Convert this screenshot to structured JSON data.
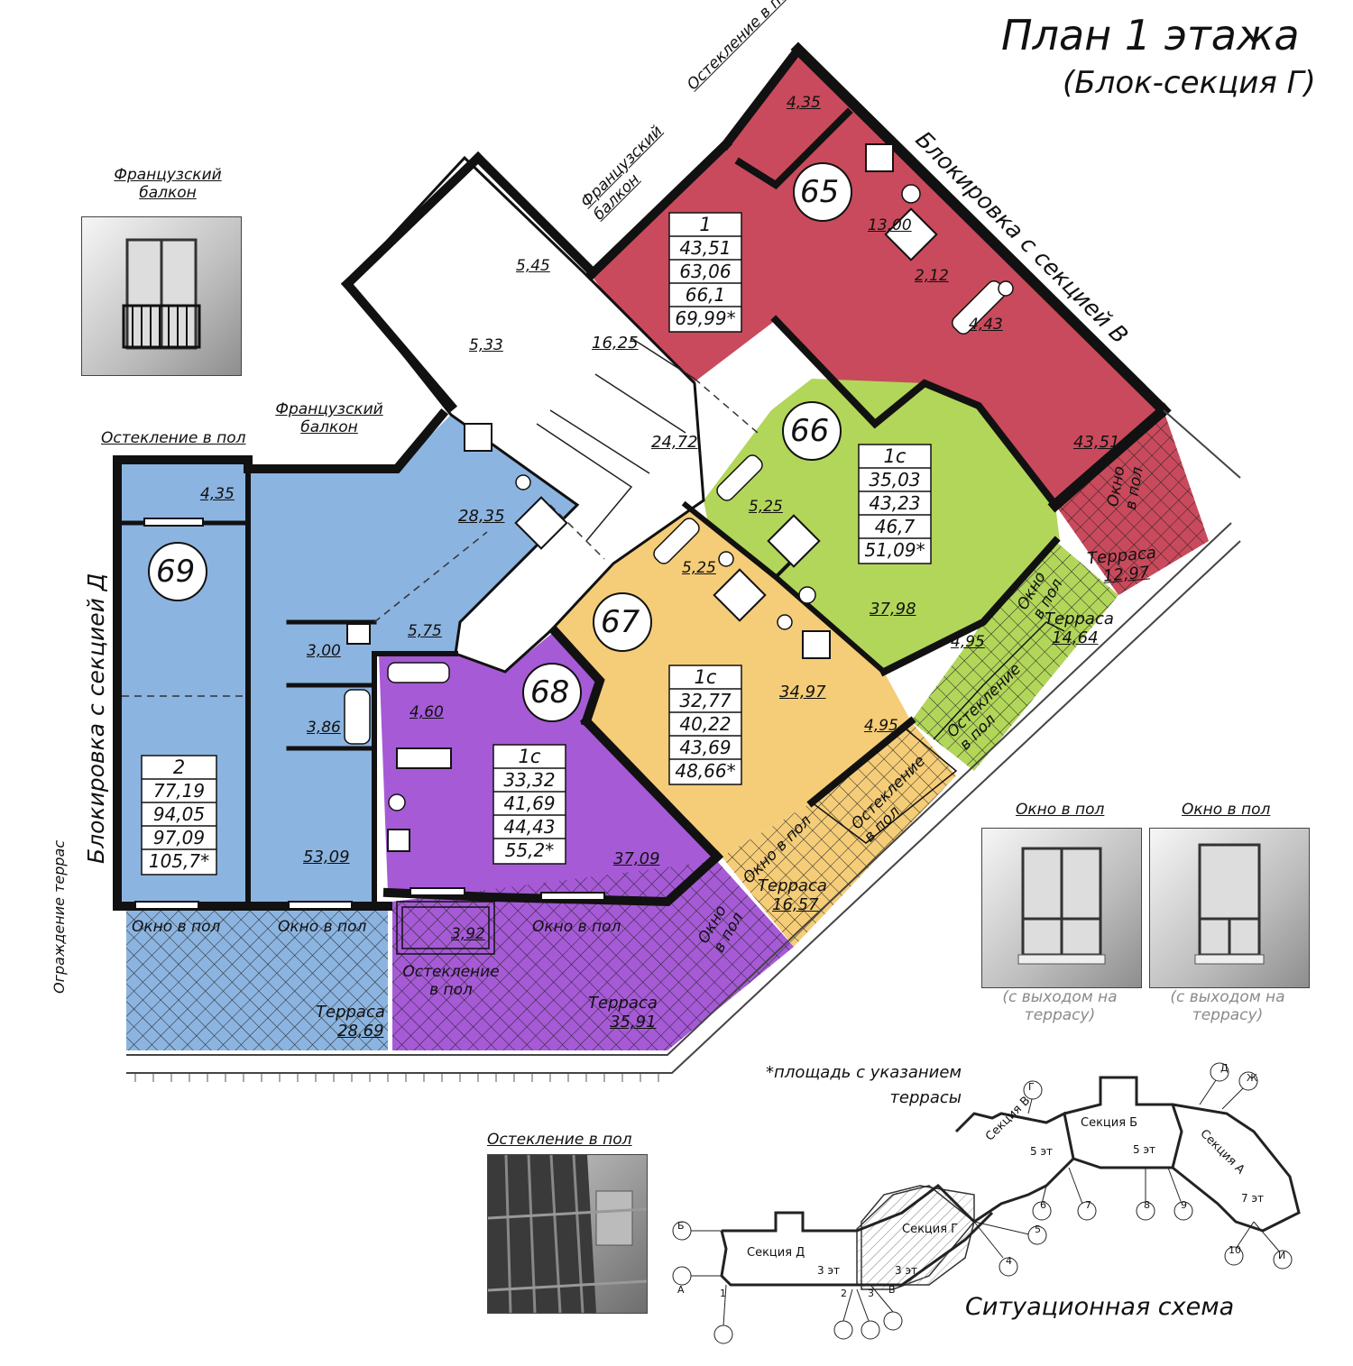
{
  "title": "План 1 этажа",
  "subtitle": "(Блок-секция Г)",
  "colors": {
    "apt65": "#c94a5c",
    "apt66": "#b2d65a",
    "apt67": "#f5cd78",
    "apt68": "#a65ad6",
    "apt69": "#8cb4e0",
    "wall": "#111111"
  },
  "labels": {
    "glazing_floor": "Остекление в пол",
    "french_balcony": "Французский балкон",
    "block_v": "Блокировка с секцией В",
    "block_d": "Блокировка с секцией Д",
    "terrace_fence": "Ограждение террас",
    "window_floor": "Окно в пол",
    "terrace": "Терраса",
    "footnote": "*площадь с указанием террасы",
    "window_exit": "(с выходом на террасу)",
    "situation": "Ситуационная схема"
  },
  "apartments": [
    {
      "no": "65",
      "rooms": "1",
      "areas": [
        "43,51",
        "63,06",
        "66,1",
        "69,99*"
      ],
      "terrace": "12,97"
    },
    {
      "no": "66",
      "rooms": "1с",
      "areas": [
        "35,03",
        "43,23",
        "46,7",
        "51,09*"
      ],
      "terrace": "14,64"
    },
    {
      "no": "67",
      "rooms": "1с",
      "areas": [
        "32,77",
        "40,22",
        "43,69",
        "48,66*"
      ],
      "terrace": "16,57"
    },
    {
      "no": "68",
      "rooms": "1с",
      "areas": [
        "33,32",
        "41,69",
        "44,43",
        "55,2*"
      ],
      "terrace": "35,91"
    },
    {
      "no": "69",
      "rooms": "2",
      "areas": [
        "77,19",
        "94,05",
        "97,09",
        "105,7*"
      ],
      "terrace": "28,69"
    }
  ],
  "rooms": {
    "a65": [
      "4,35",
      "13,00",
      "2,12",
      "4,43",
      "43,51"
    ],
    "a66": [
      "5,25",
      "37,98",
      "4,95"
    ],
    "a67": [
      "5,25",
      "34,97",
      "4,95"
    ],
    "a68": [
      "4,60",
      "37,09",
      "3,92"
    ],
    "a69": [
      "4,35",
      "28,35",
      "5,75",
      "3,00",
      "3,86",
      "53,09"
    ],
    "common": [
      "5,45",
      "5,33",
      "16,25",
      "24,72"
    ]
  },
  "scheme": {
    "sections": [
      "Секция Д",
      "Секция Г",
      "Секция В",
      "Секция Б",
      "Секция А"
    ],
    "floors": [
      "3 эт",
      "3 эт",
      "5 эт",
      "5 эт",
      "7 эт"
    ],
    "axes_letters": [
      "А",
      "Б",
      "В",
      "Г",
      "Д",
      "Ж",
      "И"
    ],
    "axes_numbers": [
      "1",
      "2",
      "3",
      "4",
      "5",
      "6",
      "7",
      "8",
      "9",
      "10"
    ]
  }
}
